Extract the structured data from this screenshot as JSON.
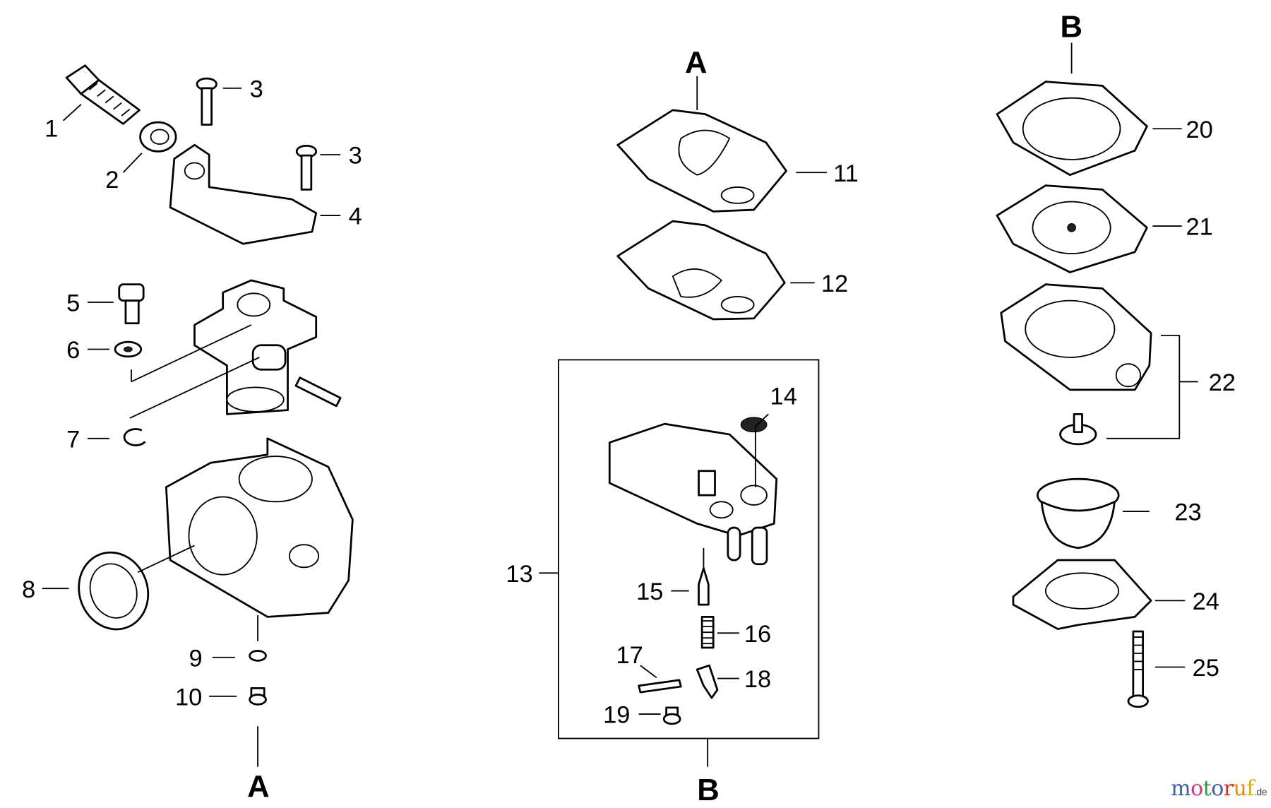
{
  "callouts": {
    "n1": "1",
    "n2": "2",
    "n3a": "3",
    "n3b": "3",
    "n4": "4",
    "n5": "5",
    "n6": "6",
    "n7": "7",
    "n8": "8",
    "n9": "9",
    "n10": "10",
    "n11": "11",
    "n12": "12",
    "n13": "13",
    "n14": "14",
    "n15": "15",
    "n16": "16",
    "n17": "17",
    "n18": "18",
    "n19": "19",
    "n20": "20",
    "n21": "21",
    "n22": "22",
    "n23": "23",
    "n24": "24",
    "n25": "25"
  },
  "section_marks": {
    "a_bottom": "A",
    "a_top": "A",
    "b_bottom": "B",
    "b_top": "B"
  },
  "watermark": {
    "text": "motoruf",
    "suffix": ".de",
    "letters": [
      "m",
      "o",
      "t",
      "o",
      "r",
      "u",
      "f"
    ],
    "colors": [
      "#3a5fb0",
      "#e0307a",
      "#2a9a3a",
      "#3a5fb0",
      "#d83020",
      "#e08a10",
      "#d8b000"
    ]
  }
}
